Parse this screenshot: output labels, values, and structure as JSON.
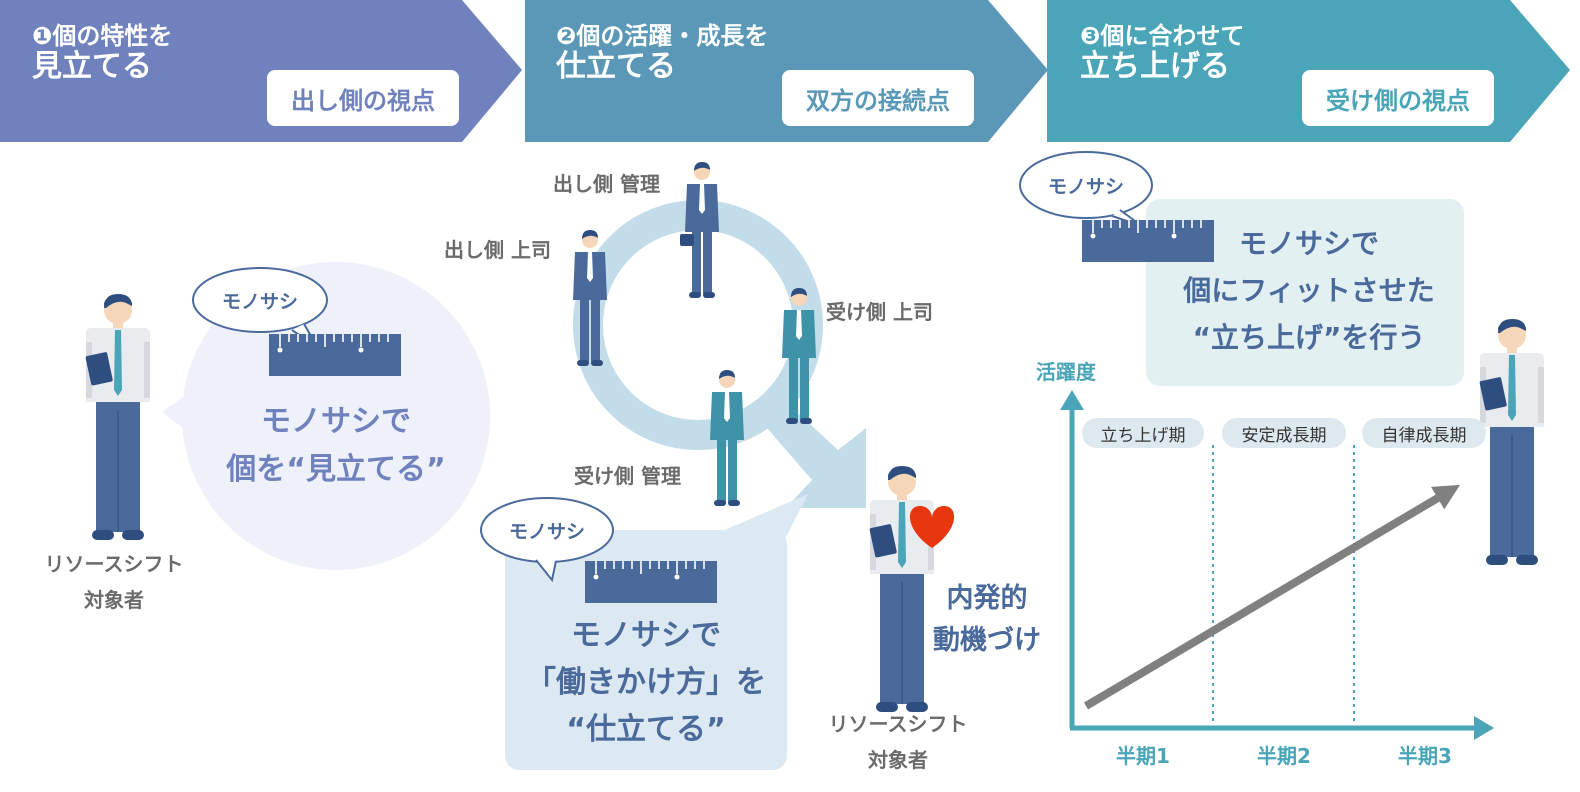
{
  "colors": {
    "step1": "#6f82bd",
    "step2": "#5b98b8",
    "step3": "#4aa5b8",
    "navy": "#4a6a9c",
    "teal_text": "#4aa5b8",
    "heart": "#e8360e"
  },
  "steps": [
    {
      "num": "❶個の特性を",
      "title": "見立てる",
      "perspective": "出し側の視点"
    },
    {
      "num": "❷個の活躍・成長を",
      "title": "仕立てる",
      "perspective": "双方の接続点"
    },
    {
      "num": "❸個に合わせて",
      "title": "立ち上げる",
      "perspective": "受け側の視点"
    }
  ],
  "monosashi_tag": "モノサシ",
  "section1": {
    "line1": "モノサシで",
    "line2": "個を“見立てる”",
    "person_line1": "リソースシフト",
    "person_line2": "対象者"
  },
  "section2": {
    "roles": {
      "sender_manager": "出し側 管理",
      "sender_boss": "出し側 上司",
      "receiver_boss": "受け側 上司",
      "receiver_manager": "受け側 管理"
    },
    "box_line1": "モノサシで",
    "box_line2": "「働きかけ方」を",
    "box_line3": "“仕立てる”",
    "motivation_line1": "内発的",
    "motivation_line2": "動機づけ",
    "person_line1": "リソースシフト",
    "person_line2": "対象者"
  },
  "section3": {
    "box_line1": "モノサシで",
    "box_line2": "個にフィットさせた",
    "box_line3": "“立ち上げ”を行う"
  },
  "chart_data": {
    "type": "line",
    "ylabel": "活躍度",
    "phases": [
      "立ち上げ期",
      "安定成長期",
      "自律成長期"
    ],
    "categories": [
      "半期1",
      "半期2",
      "半期3"
    ],
    "series": [
      {
        "values": [
          1,
          2,
          3
        ]
      }
    ]
  }
}
